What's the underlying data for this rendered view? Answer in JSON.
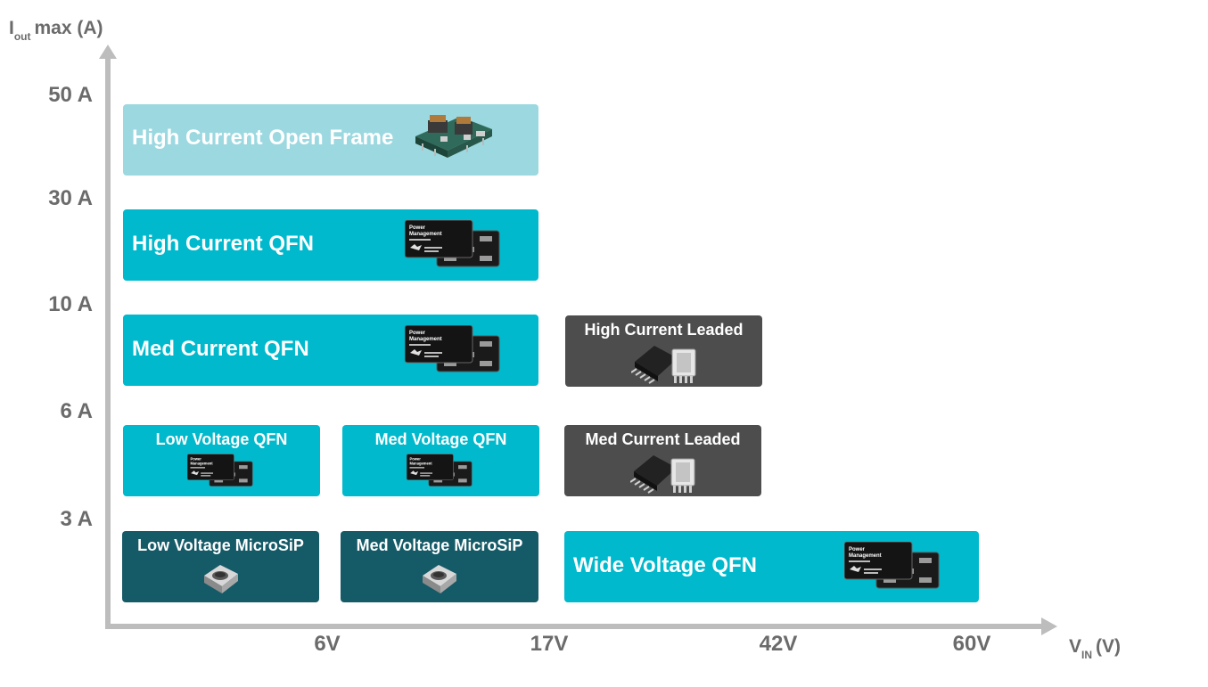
{
  "axes": {
    "y_title_main": "I",
    "y_title_sub": "out",
    "y_title_rest": "max (A)",
    "x_title_main": "V",
    "x_title_sub": "IN",
    "x_title_rest": "(V)",
    "y_ticks": [
      "50 A",
      "30 A",
      "10 A",
      "6 A",
      "3 A"
    ],
    "x_ticks": [
      "6V",
      "17V",
      "42V",
      "60V"
    ]
  },
  "categories": [
    {
      "label": "High Current Open Frame",
      "package": "open-frame-module",
      "color": "#9cd8e0"
    },
    {
      "label": "High Current QFN",
      "package": "qfn-chip",
      "color": "#00b9cc"
    },
    {
      "label": "Med Current QFN",
      "package": "qfn-chip",
      "color": "#00b9cc"
    },
    {
      "label": "High Current Leaded",
      "package": "leaded-package",
      "color": "#4d4d4d"
    },
    {
      "label": "Low Voltage QFN",
      "package": "qfn-chip",
      "color": "#00b9cc"
    },
    {
      "label": "Med Voltage QFN",
      "package": "qfn-chip",
      "color": "#00b9cc"
    },
    {
      "label": "Med Current Leaded",
      "package": "leaded-package",
      "color": "#4d4d4d"
    },
    {
      "label": "Low Voltage MicroSiP",
      "package": "microsip-package",
      "color": "#155a67"
    },
    {
      "label": "Med Voltage MicroSiP",
      "package": "microsip-package",
      "color": "#155a67"
    },
    {
      "label": "Wide Voltage QFN",
      "package": "qfn-chip",
      "color": "#00b9cc"
    }
  ],
  "chip_text": {
    "line1": "Power",
    "line2": "Management"
  }
}
